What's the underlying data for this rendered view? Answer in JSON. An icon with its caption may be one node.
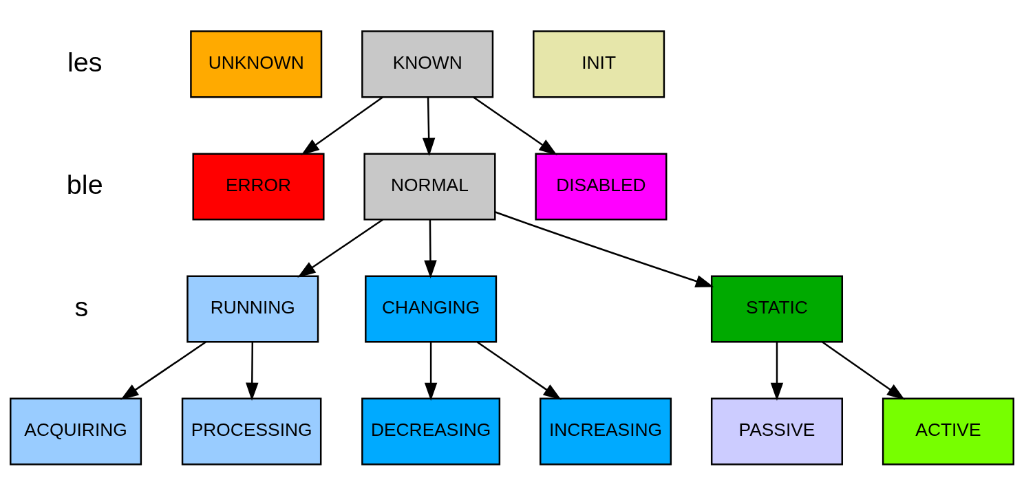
{
  "diagram": {
    "nodes": [
      {
        "text": [
          "UNKNOWN"
        ]
      },
      {
        "text": [
          "KNOWN"
        ]
      },
      {
        "text": [
          "INIT"
        ]
      },
      {
        "text": [
          "DISABLED"
        ]
      },
      {
        "text": [
          "ERROR"
        ]
      },
      {
        "text": [
          "NORMAL"
        ]
      },
      {
        "text": [
          "STATIC"
        ]
      },
      {
        "text": [
          "RUNNING"
        ]
      },
      {
        "text": [
          "CHANGING"
        ]
      },
      {
        "text": [
          "PASSIVE"
        ]
      },
      {
        "text": [
          "ACTIVE"
        ]
      },
      {
        "text": [
          "ACQUIRING"
        ]
      },
      {
        "text": [
          "PROCESSING"
        ]
      },
      {
        "text": [
          "DECREASING"
        ]
      },
      {
        "text": [
          "INCREASING"
        ]
      }
    ],
    "edges": [
      {
        "from": 1,
        "to": 3,
        "arrow": "to"
      },
      {
        "from": 1,
        "to": 4,
        "arrow": "to"
      },
      {
        "from": 1,
        "to": 5,
        "arrow": "to"
      },
      {
        "from": 5,
        "to": 6,
        "arrow": "to"
      },
      {
        "from": 5,
        "to": 7,
        "arrow": "to"
      },
      {
        "from": 5,
        "to": 8,
        "arrow": "to"
      },
      {
        "from": 6,
        "to": 9,
        "arrow": "to"
      },
      {
        "from": 6,
        "to": 10,
        "arrow": "to"
      },
      {
        "from": 7,
        "to": 11,
        "arrow": "to"
      },
      {
        "from": 7,
        "to": 12,
        "arrow": "to"
      },
      {
        "from": 8,
        "to": 13,
        "arrow": "to"
      },
      {
        "from": 8,
        "to": 14,
        "arrow": "to"
      }
    ],
    "labels": [
      "les",
      "ble",
      "s"
    ]
  }
}
